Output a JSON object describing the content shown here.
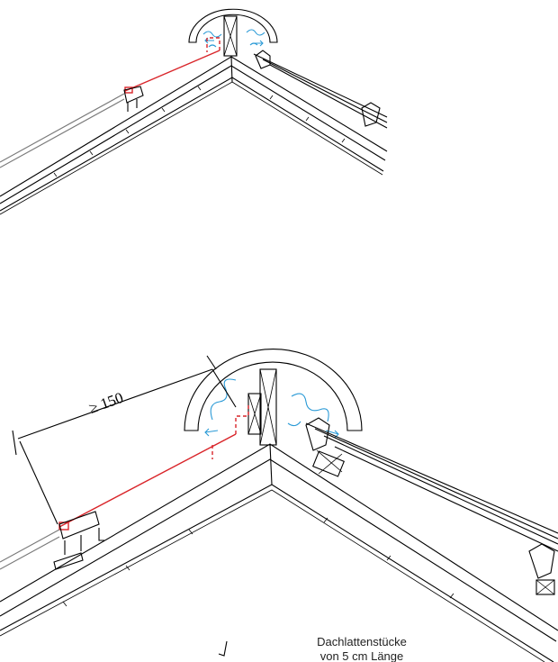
{
  "dimension": {
    "label": "≥ 150"
  },
  "note": {
    "line1": "Dachlattenstücke",
    "line2": "von 5 cm Länge"
  },
  "colors": {
    "membrane": "#d9252a",
    "airflow": "#2a9ad6",
    "lines": "#000000",
    "flashing": "#7a7a7a"
  }
}
